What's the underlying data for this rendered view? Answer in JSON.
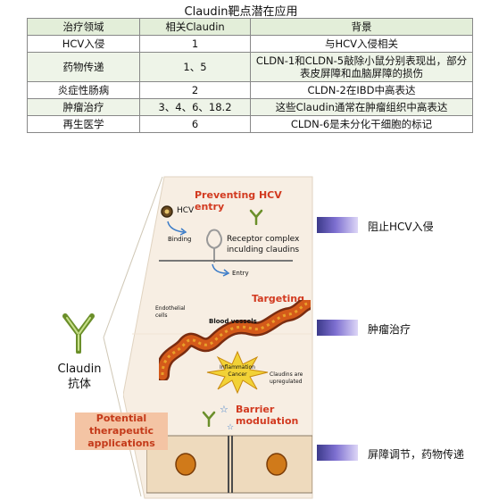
{
  "table": {
    "title": "Claudin靶点潜在应用",
    "headers": [
      "治疗领域",
      "相关Claudin",
      "背景"
    ],
    "rows": [
      [
        "HCV入侵",
        "1",
        "与HCV入侵相关"
      ],
      [
        "药物传递",
        "1、5",
        "CLDN-1和CLDN-5敲除小鼠分别表现出，部分表皮屏障和血脑屏障的损伤"
      ],
      [
        "炎症性肠病",
        "2",
        "CLDN-2在IBD中高表达"
      ],
      [
        "肿瘤治疗",
        "3、4、6、18.2",
        "这些Claudin通常在肿瘤组织中高表达"
      ],
      [
        "再生医学",
        "6",
        "CLDN-6是未分化干细胞的标记"
      ]
    ]
  },
  "diagram": {
    "antibody_label": "Claudin\n抗体",
    "potential_label": "Potential therapeutic applications",
    "sections": {
      "hcv": {
        "title": "Preventing HCV entry",
        "virus_label": "HCV",
        "binding": "Binding",
        "receptor": "Receptor complex inculding claudins",
        "entry": "Entry"
      },
      "targeting": {
        "title": "Targeting",
        "endothelial": "Endothelial cells",
        "blood_vessels": "Blood vessels",
        "inflammation": "Inflammation Cancer",
        "upregulated": "Claudins are upregulated"
      },
      "barrier": {
        "title": "Barrier modulation"
      }
    },
    "right_labels": [
      "阻止HCV入侵",
      "肿瘤治疗",
      "屏障调节，药物传递"
    ]
  }
}
